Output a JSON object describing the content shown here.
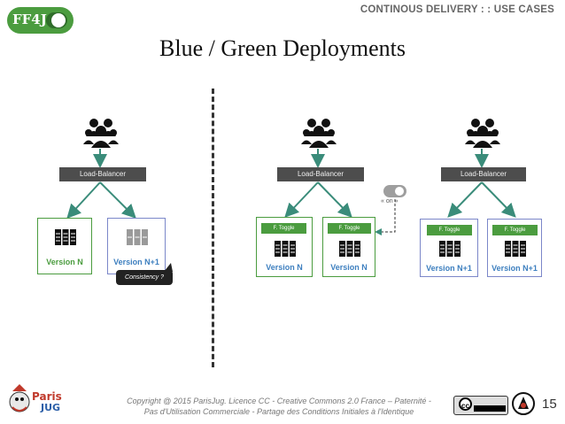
{
  "header": {
    "logo_text": "FF4J",
    "top_right": "CONTINOUS DELIVERY : : USE CASES"
  },
  "title": "Blue / Green Deployments",
  "left_diagram": {
    "load_balancer": "Load-Balancer",
    "boxes": [
      {
        "label": "Version N"
      },
      {
        "label": "Version N+1"
      }
    ],
    "callout": "Consistency ?"
  },
  "middle_diagram": {
    "load_balancer": "Load-Balancer",
    "boxes": [
      {
        "toggle": "F. Toggle",
        "label": "Version N"
      },
      {
        "toggle": "F. Toggle",
        "label": "Version N"
      }
    ]
  },
  "switch_label": "« on »",
  "right_diagram": {
    "load_balancer": "Load-Balancer",
    "boxes": [
      {
        "toggle": "F. Toggle",
        "label": "Version N+1"
      },
      {
        "toggle": "F. Toggle",
        "label": "Version N+1"
      }
    ]
  },
  "footer": {
    "copyright_line1": "Copyright @ 2015 ParisJug. Licence CC - Creative Commons 2.0 France – Paternité -",
    "copyright_line2": "Pas d'Utilisation Commerciale - Partage des Conditions Initiales à l'Identique",
    "page_number": "15",
    "cc_badge": "cc",
    "parisjug_logo": "Paris JUG"
  },
  "colors": {
    "green": "#4b9c3f",
    "blue_border": "#7b87c9",
    "version_blue": "#3d7fbf",
    "load_balancer": "#4d4d4d"
  }
}
